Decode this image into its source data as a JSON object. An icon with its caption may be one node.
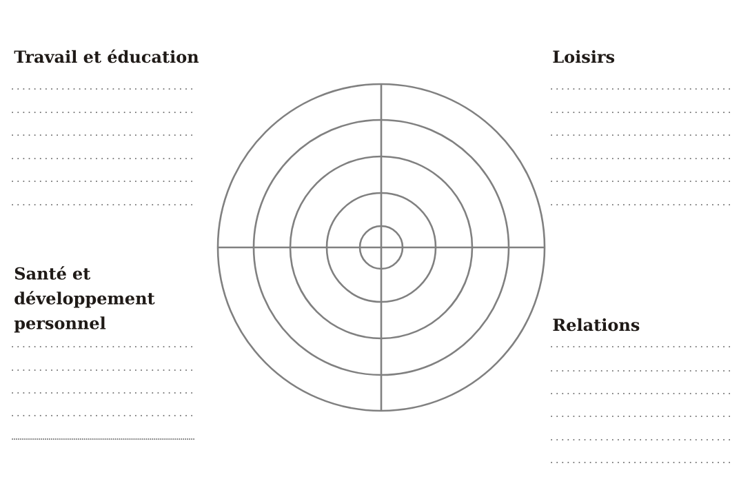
{
  "diagram": {
    "labels": [
      "Travail et éducation",
      "Loisirs",
      "Santé et développement personnel",
      "Relations"
    ]
  }
}
